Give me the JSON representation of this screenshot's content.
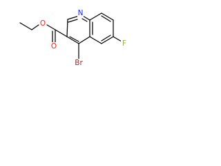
{
  "molecule": {
    "atoms": {
      "nitrogen": {
        "label": "N",
        "color": "#2020ff"
      },
      "fluorine": {
        "label": "F",
        "color": "#8db04a"
      },
      "bromine": {
        "label": "Br",
        "color": "#a52a2a"
      },
      "carbonyl_oxygen": {
        "label": "O",
        "color": "#ff2010"
      },
      "ester_oxygen": {
        "label": "O",
        "color": "#ff2010"
      }
    },
    "bond_color": "#000000"
  }
}
